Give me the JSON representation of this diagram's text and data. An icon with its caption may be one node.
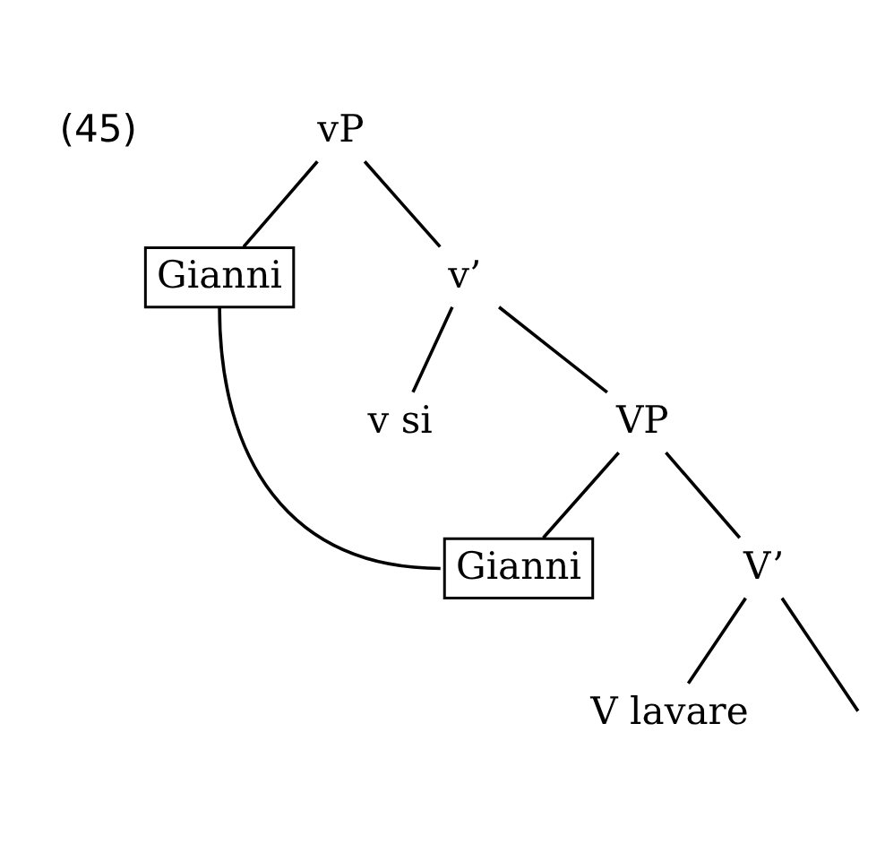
{
  "diagram": {
    "nodes": [
      {
        "text": [
          "vP"
        ]
      },
      {
        "text": [
          "Gianni"
        ]
      },
      {
        "text": [
          "v’"
        ]
      },
      {
        "text": [
          "v si"
        ]
      },
      {
        "text": [
          "VP"
        ]
      },
      {
        "text": [
          "Gianni"
        ]
      },
      {
        "text": [
          "V’"
        ]
      },
      {
        "text": [
          "V lavare"
        ]
      }
    ],
    "edges": [
      {
        "from": 0,
        "to": 1,
        "arrow": "none"
      },
      {
        "from": 0,
        "to": 2,
        "arrow": "none"
      },
      {
        "from": 2,
        "to": 3,
        "arrow": "none"
      },
      {
        "from": 2,
        "to": 4,
        "arrow": "none"
      },
      {
        "from": 4,
        "to": 5,
        "arrow": "none"
      },
      {
        "from": 4,
        "to": 6,
        "arrow": "none"
      },
      {
        "from": 6,
        "to": 7,
        "arrow": "none"
      },
      {
        "from": 6,
        "to": null,
        "arrow": "none"
      },
      {
        "from": 1,
        "to": 5,
        "arrow": "none"
      }
    ],
    "labels": [
      "(45)"
    ]
  }
}
